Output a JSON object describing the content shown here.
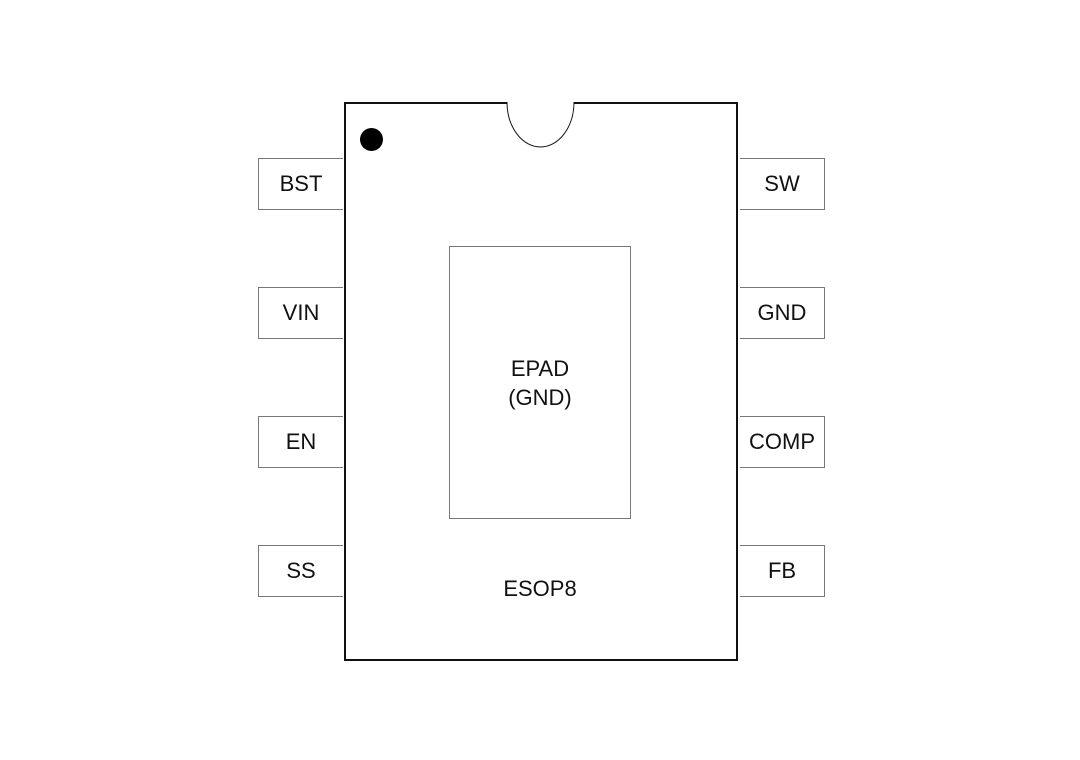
{
  "package": {
    "name": "ESOP8",
    "epad_line1": "EPAD",
    "epad_line2": "(GND)"
  },
  "pins": {
    "left": [
      "BST",
      "VIN",
      "EN",
      "SS"
    ],
    "right": [
      "SW",
      "GND",
      "COMP",
      "FB"
    ]
  },
  "colors": {
    "outline": "#111111",
    "pin_border": "#777777",
    "pin1_marker": "#000000"
  }
}
